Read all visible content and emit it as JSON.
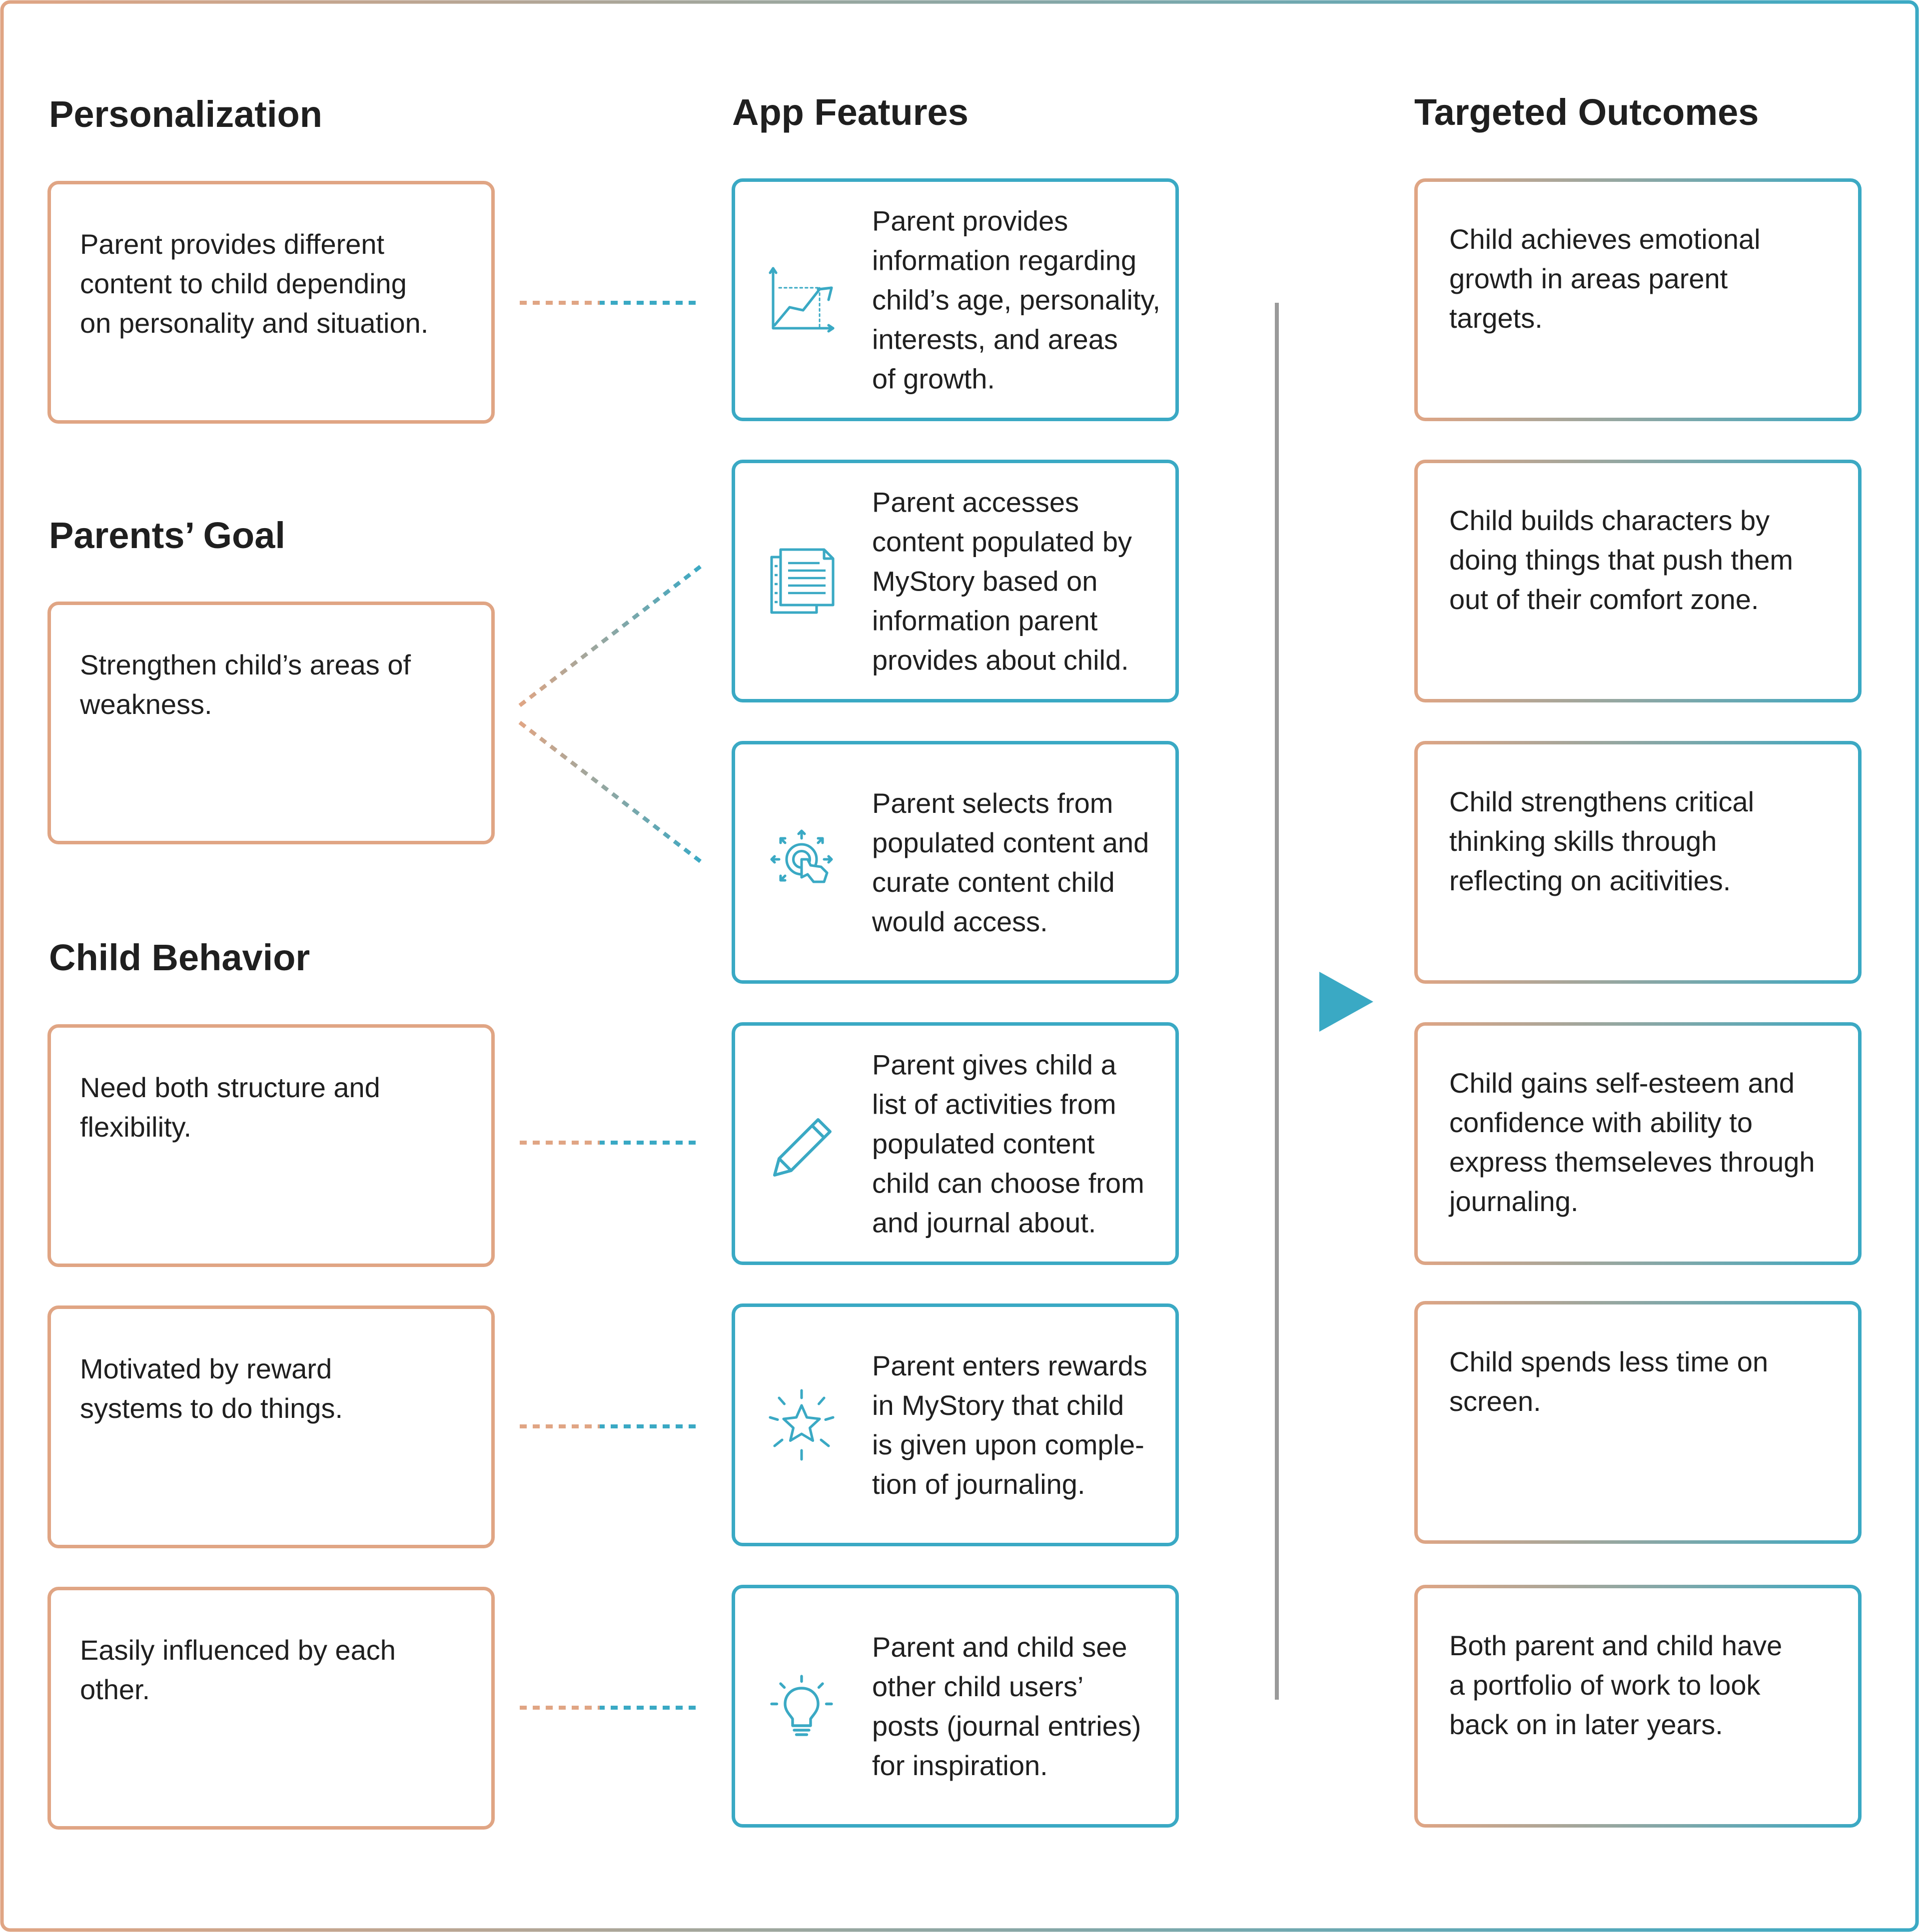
{
  "columns": {
    "personalization": "Personalization",
    "parents_goal": "Parents’ Goal",
    "child_behavior": "Child Behavior",
    "app_features": "App Features",
    "targeted_outcomes": "Targeted Outcomes"
  },
  "left_boxes": [
    "Parent provides different\ncontent to child depending\non personality and situation.",
    "Strengthen child’s areas of\nweakness.",
    "Need both structure and\nflexibility.",
    "Motivated by reward\nsystems to do things.",
    "Easily influenced by each\nother."
  ],
  "features": [
    {
      "icon": "line-chart-icon",
      "text": "Parent provides\ninformation regarding\nchild’s age, personality,\ninterests, and areas\nof growth."
    },
    {
      "icon": "documents-icon",
      "text": "Parent accesses\ncontent populated by\nMyStory based on\ninformation parent\nprovides about child."
    },
    {
      "icon": "touch-select-icon",
      "text": "Parent selects from\npopulated content and\ncurate content child\nwould access."
    },
    {
      "icon": "pencil-icon",
      "text": "Parent gives child a\nlist of activities from\npopulated content\nchild can choose from\nand journal about."
    },
    {
      "icon": "star-icon",
      "text": "Parent enters rewards\nin MyStory that child\nis given upon comple-\ntion of journaling."
    },
    {
      "icon": "lightbulb-icon",
      "text": "Parent and child see\nother child users’\nposts (journal entries)\nfor inspiration."
    }
  ],
  "outcomes": [
    "Child achieves emotional\ngrowth in areas parent\ntargets.",
    "Child builds characters by\ndoing things that push them\nout of their comfort zone.",
    "Child strengthens critical\nthinking skills through\nreflecting on acitivities.",
    "Child gains self-esteem and\nconfidence with ability to\nexpress themseleves through\njournaling.",
    "Child spends less time on\nscreen.",
    "Both parent and child have\na portfolio of work to look\nback on in later years."
  ],
  "colors": {
    "peach": "#e0a584",
    "teal": "#3aa9c4",
    "gray": "#9a9a9a",
    "text": "#1f1f1f"
  }
}
